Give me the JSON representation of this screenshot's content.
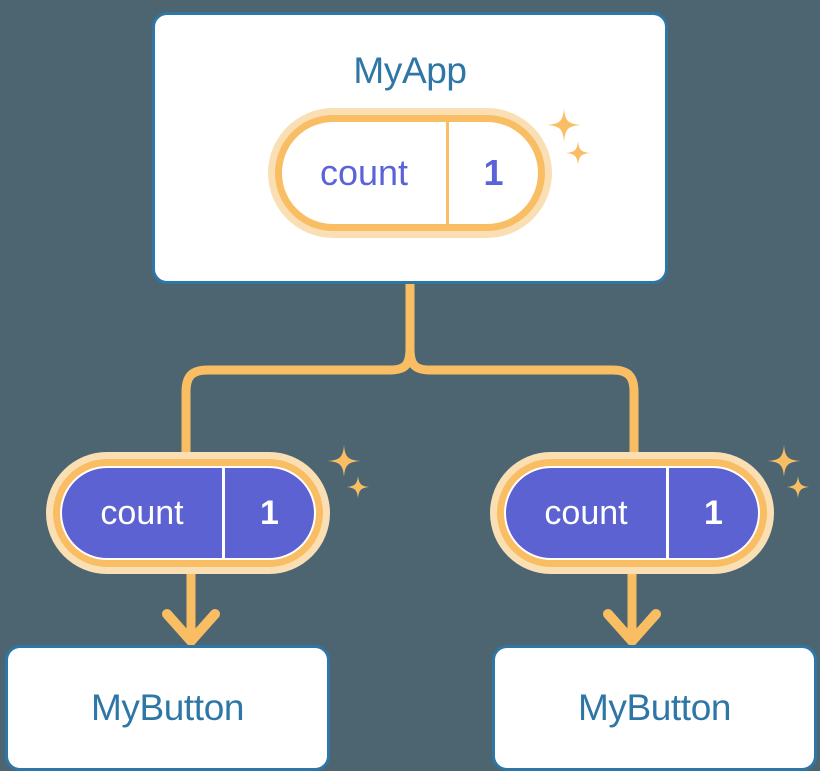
{
  "diagram": {
    "background_color": "#4c6571",
    "accent_orange": "#f9be63",
    "accent_orange_glow": "#fbdfb4",
    "accent_blue": "#2e76a6",
    "accent_purple": "#5d62d3",
    "state_text_indigo": "#5a63d8"
  },
  "root": {
    "title": "MyApp",
    "state": {
      "key": "count",
      "value": "1"
    }
  },
  "branches": [
    {
      "state": {
        "key": "count",
        "value": "1"
      },
      "component": {
        "title": "MyButton"
      }
    },
    {
      "state": {
        "key": "count",
        "value": "1"
      },
      "component": {
        "title": "MyButton"
      }
    }
  ]
}
